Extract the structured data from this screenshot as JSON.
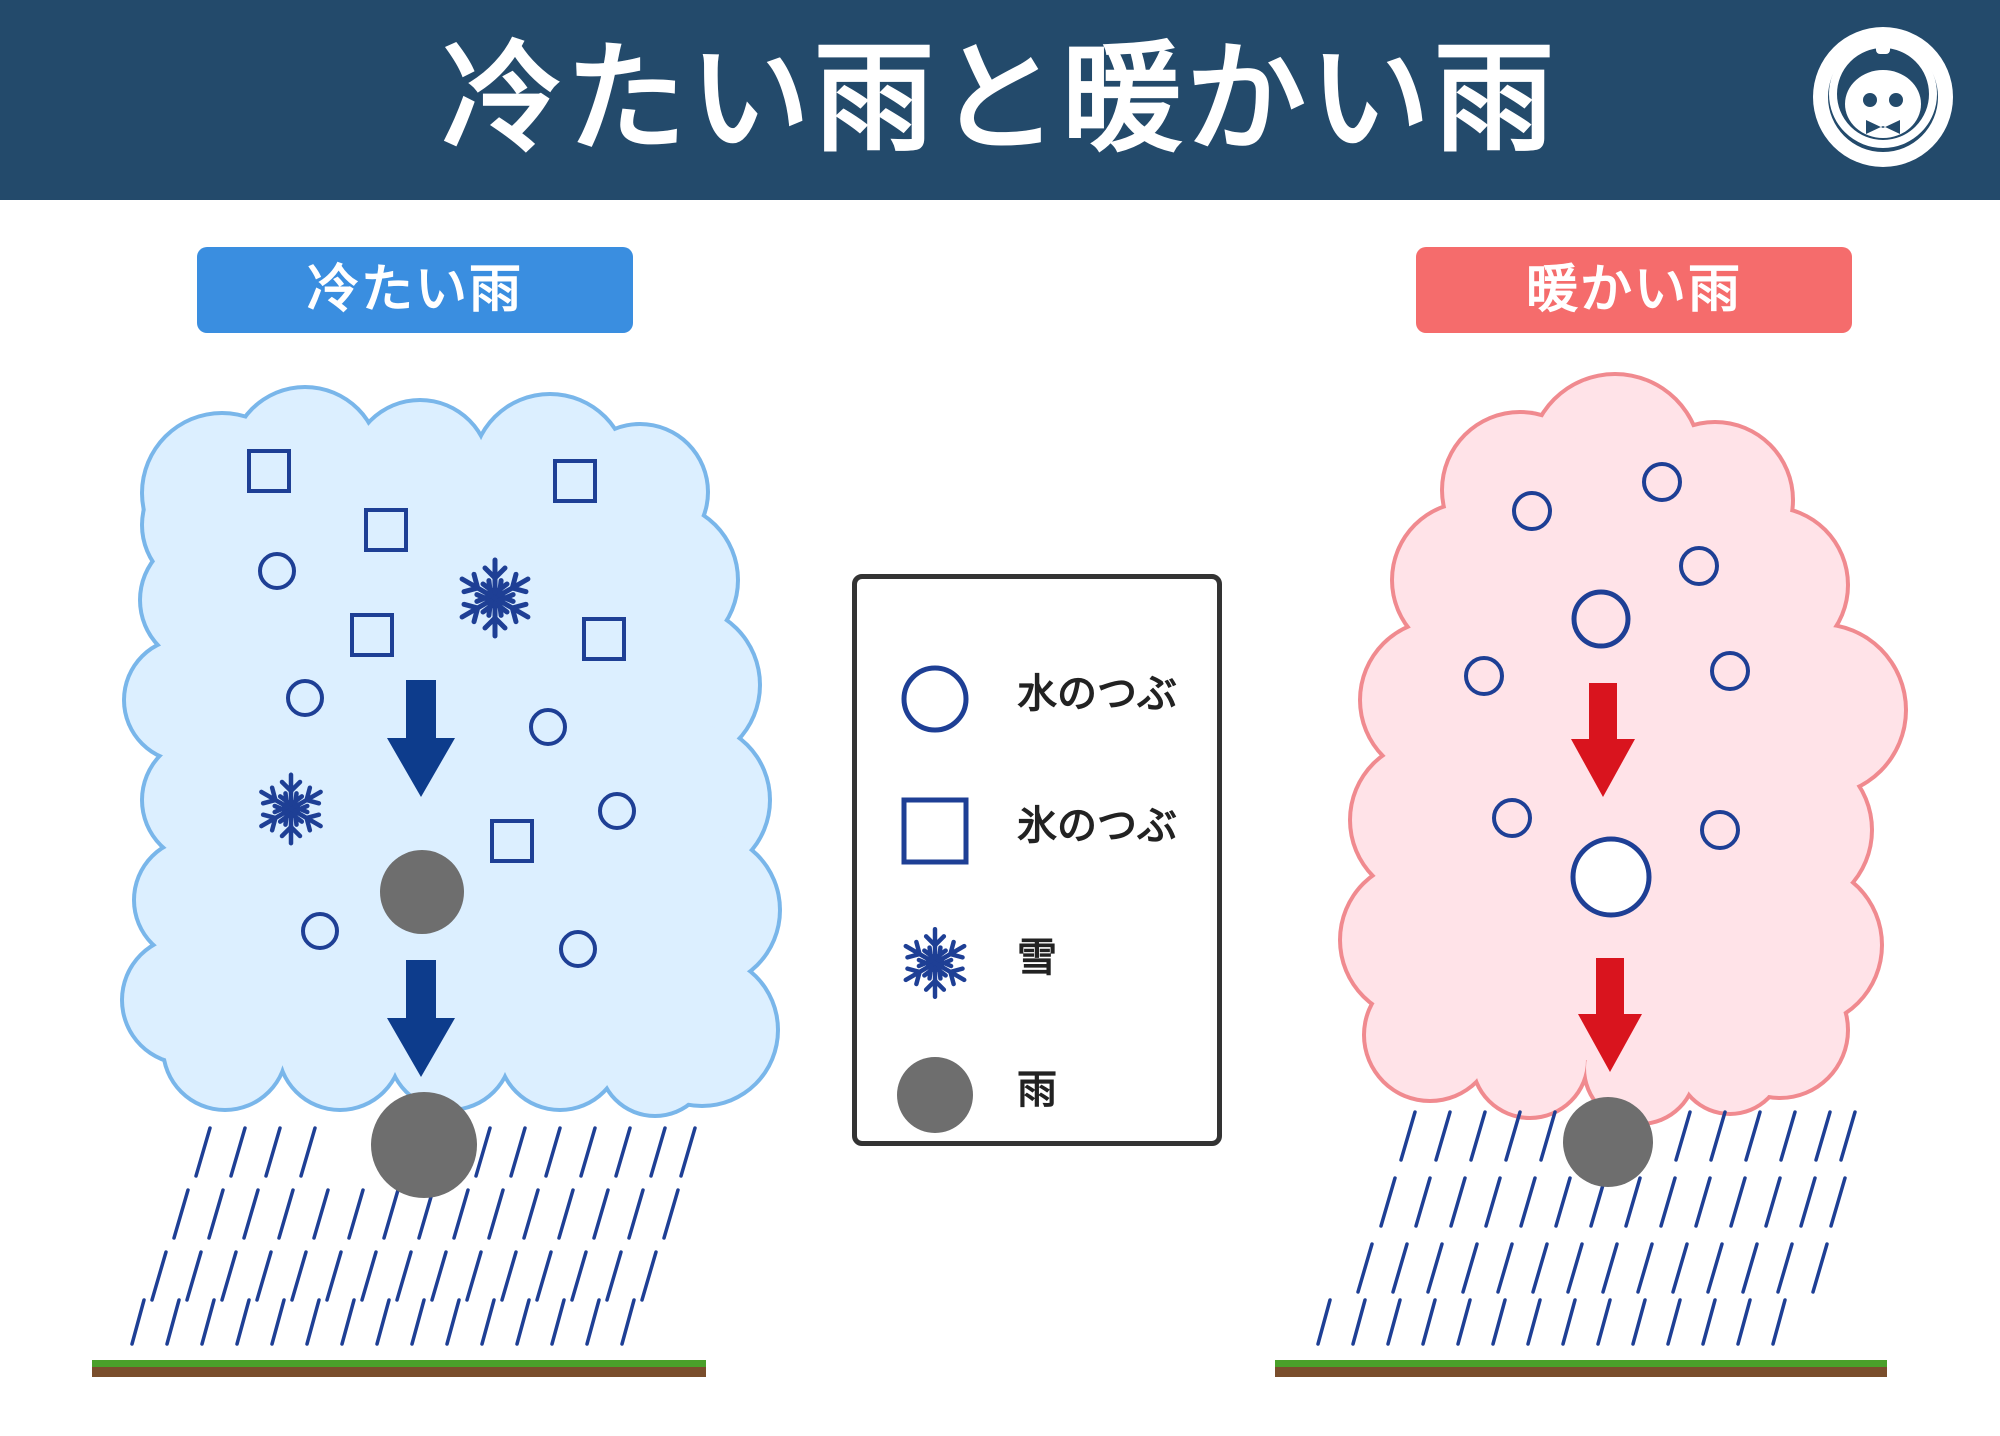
{
  "title": "冷たい雨と暖かい雨",
  "panels": {
    "cold": {
      "label": "冷たい雨",
      "color": "#3a8ee0"
    },
    "warm": {
      "label": "暖かい雨",
      "color": "#f56c6c"
    }
  },
  "legend": [
    {
      "symbol": "water-droplet",
      "label": "水のつぶ"
    },
    {
      "symbol": "ice-particle",
      "label": "氷のつぶ"
    },
    {
      "symbol": "snowflake",
      "label": "雪"
    },
    {
      "symbol": "raindrop",
      "label": "雨"
    }
  ],
  "colors": {
    "header": "#234a6b",
    "symbol_blue": "#1e3f95",
    "raindrop": "#6e6e6e",
    "cold_arrow": "#0d3c8c",
    "warm_arrow": "#d9141e",
    "cold_cloud_fill": "#dcefff",
    "cold_cloud_stroke": "#79b6ea",
    "warm_cloud_fill": "#ffe3e8",
    "warm_cloud_stroke": "#f08a8f",
    "ground_green": "#4aa02a",
    "ground_brown": "#7a4e2c"
  }
}
